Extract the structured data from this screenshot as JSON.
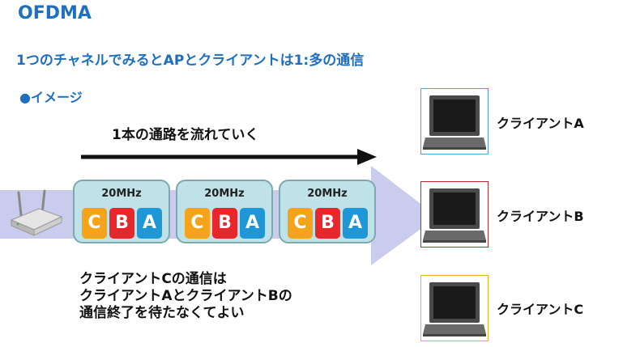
{
  "title": "OFDMA",
  "subtitle": "1つのチャネルでみるとAPとクライアントは1:多の通信",
  "image_label": "●イメージ",
  "flow_label": "1本の通路を流れていく",
  "channels": [
    {
      "freq": "20MHz",
      "units": [
        "C",
        "B",
        "A"
      ]
    },
    {
      "freq": "20MHz",
      "units": [
        "C",
        "B",
        "A"
      ]
    },
    {
      "freq": "20MHz",
      "units": [
        "C",
        "B",
        "A"
      ]
    }
  ],
  "clients": [
    {
      "label": "クライアントA",
      "frame_color": "#4aa6d6"
    },
    {
      "label": "クライアントB",
      "frame_color": "#c0282e"
    },
    {
      "label": "クライアントC",
      "frame_color": "#e8b520"
    }
  ],
  "note_lines": [
    "クライアントCの通信は",
    "クライアントAとクライアントBの",
    "通信終了を待たなくてよい"
  ],
  "colors": {
    "accent": "#1e6fc0",
    "unit_c": "#f5a31a",
    "unit_b": "#e8262b",
    "unit_a": "#1f96d6",
    "channel_fill": "#bfe1e8",
    "flow_band": "#c9ccec"
  },
  "icons": {
    "access_point": "wifi-router-icon",
    "laptop": "laptop-icon",
    "arrow": "right-arrow-icon"
  }
}
